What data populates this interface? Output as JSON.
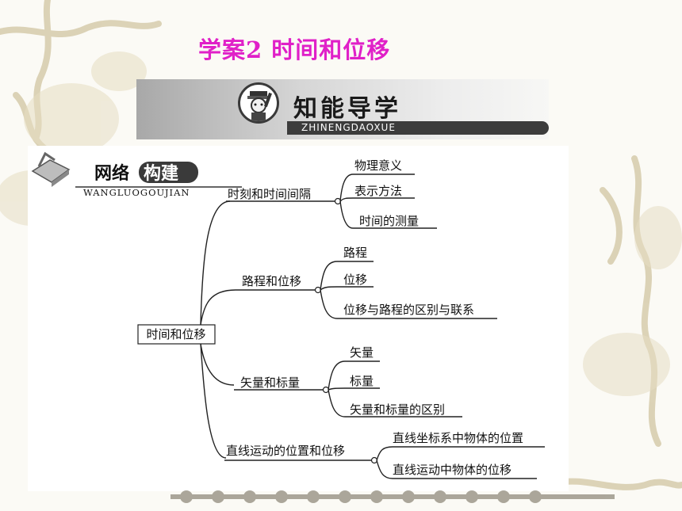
{
  "title": "学案2   时间和位移",
  "banner": {
    "heading": "知能导学",
    "subheading": "ZHINENGDAOXUE",
    "icon": "student-mascot-icon"
  },
  "section": {
    "heading_part1": "网络",
    "heading_part2": "构建",
    "subheading": "WANGLUOGOUJIAN",
    "icon": "book-icon"
  },
  "mindmap": {
    "root": "时间和位移",
    "branches": [
      {
        "label": "时刻和时间间隔",
        "children": [
          "物理意义",
          "表示方法",
          "时间的测量"
        ]
      },
      {
        "label": "路程和位移",
        "children": [
          "路程",
          "位移",
          "位移与路程的区别与联系"
        ]
      },
      {
        "label": "矢量和标量",
        "children": [
          "矢量",
          "标量",
          "矢量和标量的区别"
        ]
      },
      {
        "label": "直线运动的位置和位移",
        "children": [
          "直线坐标系中物体的位置",
          "直线运动中物体的位移"
        ]
      }
    ]
  },
  "colors": {
    "title": "#e020c8",
    "banner_dark": "#3c3c3c"
  }
}
